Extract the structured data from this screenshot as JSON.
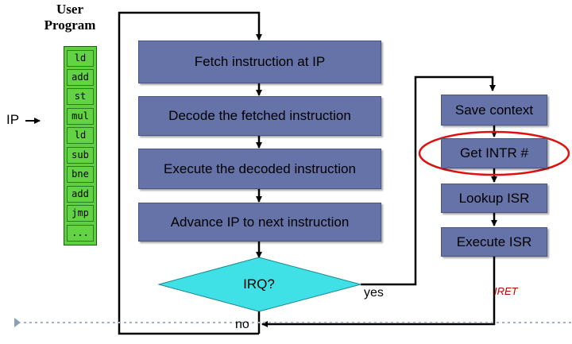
{
  "program": {
    "title_line1": "User",
    "title_line2": "Program",
    "instructions": [
      "ld",
      "add",
      "st",
      "mul",
      "ld",
      "sub",
      "bne",
      "add",
      "jmp",
      "..."
    ]
  },
  "ip_label": "IP",
  "steps": [
    "Fetch instruction at IP",
    "Decode the fetched instruction",
    "Execute the decoded instruction",
    "Advance IP to next instruction"
  ],
  "decision": "IRQ?",
  "yes_label": "yes",
  "no_label": "no",
  "isr_steps": [
    "Save context",
    "Get INTR #",
    "Lookup ISR",
    "Execute ISR"
  ],
  "iret_label": "IRET",
  "colors": {
    "step_box": "#6673a8",
    "diamond": "#3fe0e6",
    "program": "#5ecf3e",
    "highlight": "#e01010",
    "iret": "#c00000"
  }
}
